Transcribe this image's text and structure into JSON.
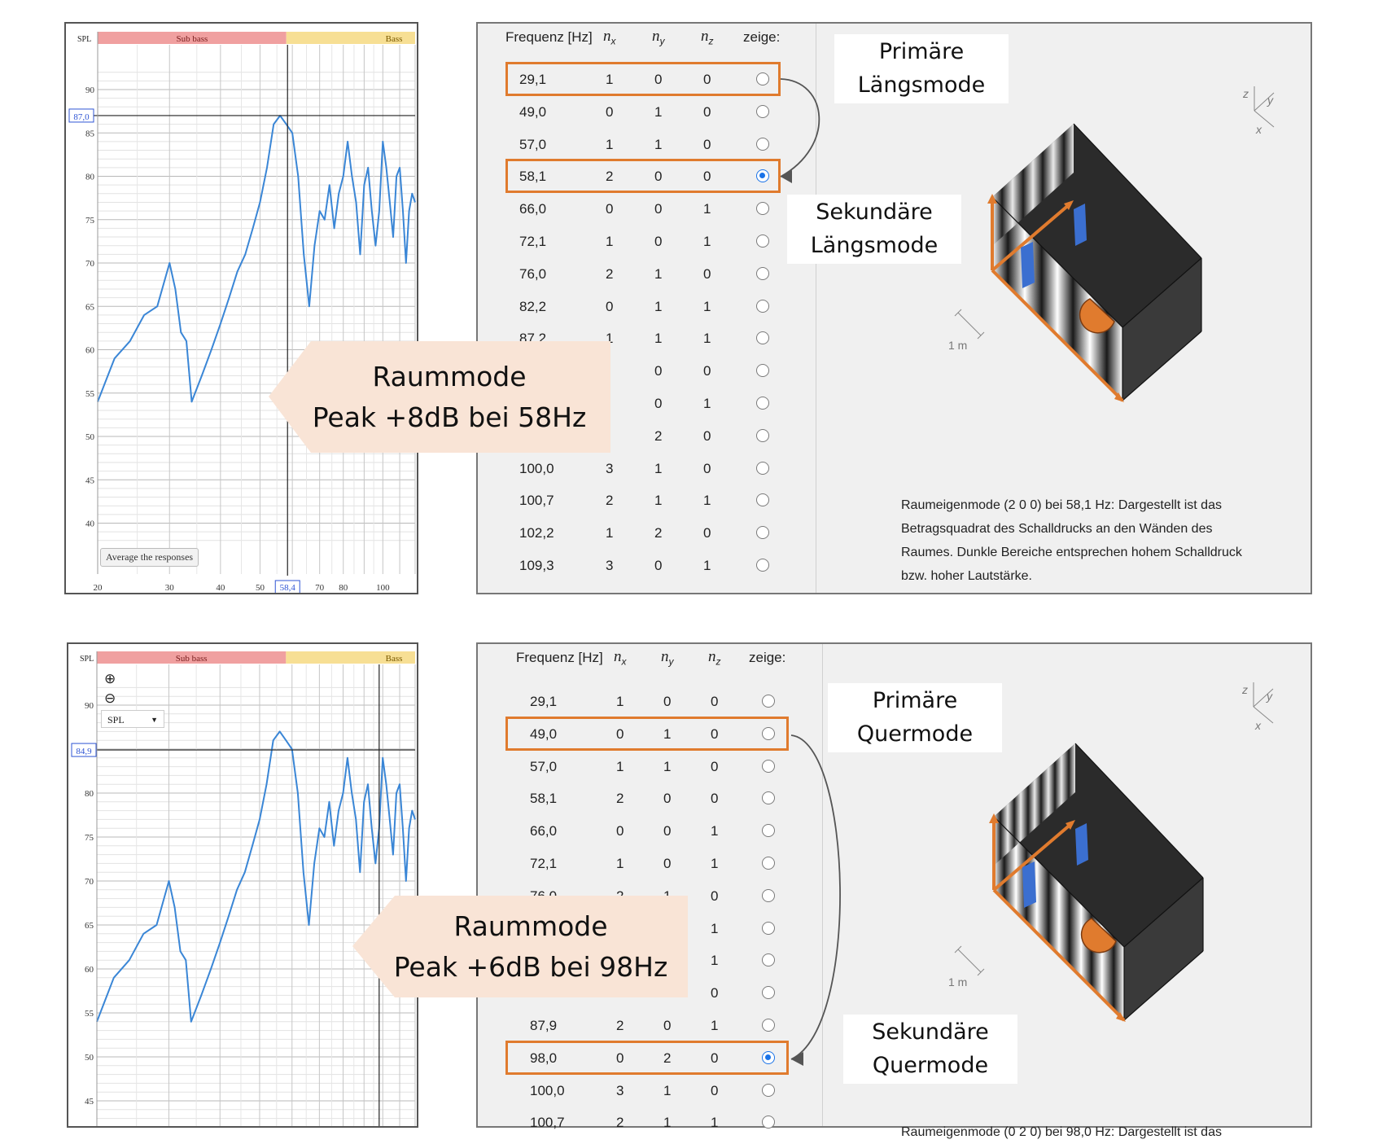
{
  "panels": [
    {
      "chart": {
        "spl_label": "SPL",
        "band_sub": "Sub bass",
        "band_bass": "Bass",
        "cursor_value": "87,0",
        "cursor_freq": "58,4",
        "button_label": "Average the responses",
        "show_zoom": false,
        "show_select": false,
        "select_value": "",
        "y_ticks": [
          "90",
          "85",
          "80",
          "75",
          "70",
          "65",
          "60",
          "55",
          "50",
          "45",
          "40"
        ],
        "x_ticks": [
          "20",
          "30",
          "40",
          "50",
          "70",
          "80",
          "100"
        ]
      },
      "callout": {
        "line1": "Raummode",
        "line2": "Peak +8dB bei 58Hz"
      },
      "modes": {
        "headers": {
          "freq": "Frequenz [Hz]",
          "nx": "n",
          "nx_sub": "x",
          "ny": "n",
          "ny_sub": "y",
          "nz": "n",
          "nz_sub": "z",
          "show": "zeige:"
        },
        "rows": [
          [
            "29,1",
            "1",
            "0",
            "0"
          ],
          [
            "49,0",
            "0",
            "1",
            "0"
          ],
          [
            "57,0",
            "1",
            "1",
            "0"
          ],
          [
            "58,1",
            "2",
            "0",
            "0"
          ],
          [
            "66,0",
            "0",
            "0",
            "1"
          ],
          [
            "72,1",
            "1",
            "0",
            "1"
          ],
          [
            "76,0",
            "2",
            "1",
            "0"
          ],
          [
            "82,2",
            "0",
            "1",
            "1"
          ],
          [
            "87,2",
            "1",
            "1",
            "1"
          ],
          [
            "",
            "",
            "0",
            "0"
          ],
          [
            "",
            "",
            "0",
            "1"
          ],
          [
            "",
            "",
            "2",
            "0"
          ],
          [
            "100,0",
            "3",
            "1",
            "0"
          ],
          [
            "100,7",
            "2",
            "1",
            "1"
          ],
          [
            "102,2",
            "1",
            "2",
            "0"
          ],
          [
            "109,3",
            "3",
            "0",
            "1"
          ]
        ],
        "selected_index": 3,
        "label_primary": [
          "Primäre",
          "Längsmode"
        ],
        "label_secondary": [
          "Sekundäre",
          "Längsmode"
        ],
        "scale_label": "1 m",
        "axes": {
          "z": "z",
          "y": "y",
          "x": "x"
        },
        "description": [
          "Raumeigenmode (2 0 0) bei 58,1 Hz: Dargestellt ist das",
          "Betragsquadrat des Schalldrucks an den Wänden des",
          "Raumes. Dunkle Bereiche entsprechen hohem Schalldruck",
          "bzw. hoher Lautstärke."
        ]
      }
    },
    {
      "chart": {
        "spl_label": "SPL",
        "band_sub": "Sub bass",
        "band_bass": "Bass",
        "cursor_value": "84,9",
        "cursor_freq": "",
        "button_label": "",
        "show_zoom": true,
        "show_select": true,
        "select_value": "SPL",
        "y_ticks": [
          "90",
          "85",
          "80",
          "75",
          "70",
          "65",
          "60",
          "55",
          "50",
          "45"
        ],
        "x_ticks": []
      },
      "callout": {
        "line1": "Raummode",
        "line2": "Peak +6dB bei 98Hz"
      },
      "modes": {
        "headers": {
          "freq": "Frequenz [Hz]",
          "nx": "n",
          "nx_sub": "x",
          "ny": "n",
          "ny_sub": "y",
          "nz": "n",
          "nz_sub": "z",
          "show": "zeige:"
        },
        "rows": [
          [
            "29,1",
            "1",
            "0",
            "0"
          ],
          [
            "49,0",
            "0",
            "1",
            "0"
          ],
          [
            "57,0",
            "1",
            "1",
            "0"
          ],
          [
            "58,1",
            "2",
            "0",
            "0"
          ],
          [
            "66,0",
            "0",
            "0",
            "1"
          ],
          [
            "72,1",
            "1",
            "0",
            "1"
          ],
          [
            "76,0",
            "2",
            "1",
            "0"
          ],
          [
            "",
            "",
            "",
            "1"
          ],
          [
            "",
            "",
            "",
            "1"
          ],
          [
            "",
            "",
            "",
            "0"
          ],
          [
            "87,9",
            "2",
            "0",
            "1"
          ],
          [
            "98,0",
            "0",
            "2",
            "0"
          ],
          [
            "100,0",
            "3",
            "1",
            "0"
          ],
          [
            "100,7",
            "2",
            "1",
            "1"
          ]
        ],
        "selected_index": 11,
        "label_primary": [
          "Primäre",
          "Quermode"
        ],
        "label_secondary": [
          "Sekundäre",
          "Quermode"
        ],
        "scale_label": "1 m",
        "axes": {
          "z": "z",
          "y": "y",
          "x": "x"
        },
        "description": [
          "Raumeigenmode (0 2 0) bei 98,0 Hz: Dargestellt ist das"
        ]
      }
    }
  ],
  "frequency_response": {
    "x_hz": [
      20,
      22,
      24,
      26,
      28,
      30,
      31,
      32,
      33,
      34,
      36,
      38,
      40,
      42,
      44,
      46,
      48,
      50,
      52,
      54,
      56,
      58,
      60,
      62,
      64,
      66,
      68,
      70,
      72,
      74,
      76,
      78,
      80,
      82,
      84,
      86,
      88,
      90,
      92,
      94,
      96,
      98,
      100,
      102,
      104,
      106,
      108,
      110,
      112,
      114,
      116,
      118,
      120
    ],
    "y_db": [
      54,
      59,
      61,
      64,
      65,
      70,
      67,
      62,
      61,
      54,
      57,
      60,
      63,
      66,
      69,
      71,
      74,
      77,
      81,
      86,
      87,
      86,
      85,
      80,
      71,
      65,
      72,
      76,
      75,
      79,
      74,
      78,
      80,
      84,
      80,
      77,
      71,
      79,
      81,
      76,
      72,
      76,
      84,
      81,
      77,
      73,
      80,
      81,
      76,
      70,
      76,
      78,
      77
    ]
  }
}
